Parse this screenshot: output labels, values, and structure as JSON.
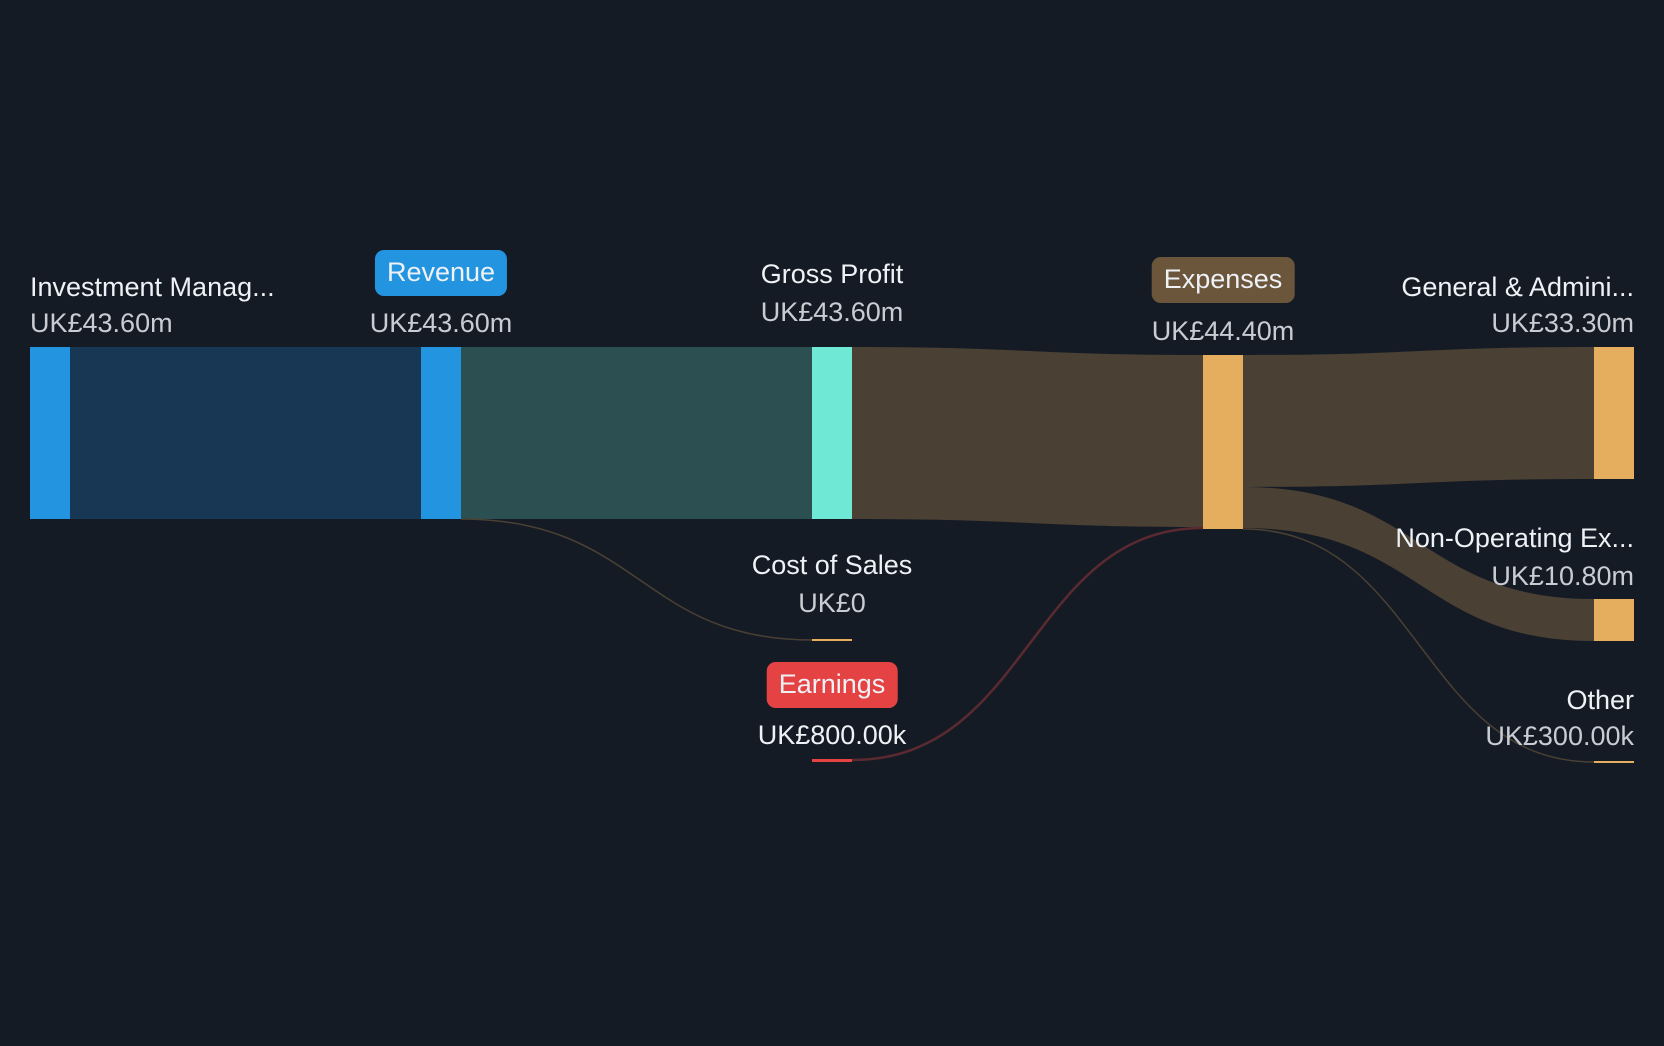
{
  "chart_data": {
    "type": "sankey",
    "title": "",
    "currency": "UK£",
    "nodes": [
      {
        "id": "investment_management",
        "label": "Investment Manag...",
        "value": 43.6,
        "display": "UK£43.60m",
        "color": "#2394df"
      },
      {
        "id": "revenue",
        "label": "Revenue",
        "value": 43.6,
        "display": "UK£43.60m",
        "color": "#2394df",
        "badge": true
      },
      {
        "id": "gross_profit",
        "label": "Gross Profit",
        "value": 43.6,
        "display": "UK£43.60m",
        "color": "#6fe8d5"
      },
      {
        "id": "cost_of_sales",
        "label": "Cost of Sales",
        "value": 0,
        "display": "UK£0",
        "color": "#e5ae5e"
      },
      {
        "id": "earnings",
        "label": "Earnings",
        "value": -0.8,
        "display": "UK£800.00k",
        "color": "#e54343",
        "badge": true
      },
      {
        "id": "expenses",
        "label": "Expenses",
        "value": 44.4,
        "display": "UK£44.40m",
        "color": "#e5ae5e",
        "badge": true
      },
      {
        "id": "general_admin",
        "label": "General & Admini...",
        "value": 33.3,
        "display": "UK£33.30m",
        "color": "#e5ae5e"
      },
      {
        "id": "non_operating",
        "label": "Non-Operating Ex...",
        "value": 10.8,
        "display": "UK£10.80m",
        "color": "#e5ae5e"
      },
      {
        "id": "other",
        "label": "Other",
        "value": 0.3,
        "display": "UK£300.00k",
        "color": "#e5ae5e"
      }
    ],
    "links": [
      {
        "source": "investment_management",
        "target": "revenue",
        "value": 43.6,
        "color": "#183754"
      },
      {
        "source": "revenue",
        "target": "gross_profit",
        "value": 43.6,
        "color": "#2c4f51"
      },
      {
        "source": "revenue",
        "target": "cost_of_sales",
        "value": 0,
        "color": "#4a4033"
      },
      {
        "source": "gross_profit",
        "target": "expenses",
        "value": 43.6,
        "color": "#4a4033"
      },
      {
        "source": "earnings",
        "target": "expenses",
        "value": 0.8,
        "color": "#5a2a30"
      },
      {
        "source": "expenses",
        "target": "general_admin",
        "value": 33.3,
        "color": "#4a4033"
      },
      {
        "source": "expenses",
        "target": "non_operating",
        "value": 10.8,
        "color": "#4a4033"
      },
      {
        "source": "expenses",
        "target": "other",
        "value": 0.3,
        "color": "#4a4033"
      }
    ]
  },
  "labels": {
    "investment_management": {
      "name": "Investment Manag...",
      "value": "UK£43.60m"
    },
    "revenue": {
      "name": "Revenue",
      "value": "UK£43.60m"
    },
    "gross_profit": {
      "name": "Gross Profit",
      "value": "UK£43.60m"
    },
    "cost_of_sales": {
      "name": "Cost of Sales",
      "value": "UK£0"
    },
    "earnings": {
      "name": "Earnings",
      "value": "UK£800.00k"
    },
    "expenses": {
      "name": "Expenses",
      "value": "UK£44.40m"
    },
    "general_admin": {
      "name": "General & Admini...",
      "value": "UK£33.30m"
    },
    "non_operating": {
      "name": "Non-Operating Ex...",
      "value": "UK£10.80m"
    },
    "other": {
      "name": "Other",
      "value": "UK£300.00k"
    }
  },
  "colors": {
    "background": "#151b25",
    "revenue_blue": "#2394df",
    "gross_teal": "#6fe8d5",
    "expense_gold": "#e5ae5e",
    "earnings_red": "#e54343",
    "expenses_badge": "#6b563c"
  }
}
